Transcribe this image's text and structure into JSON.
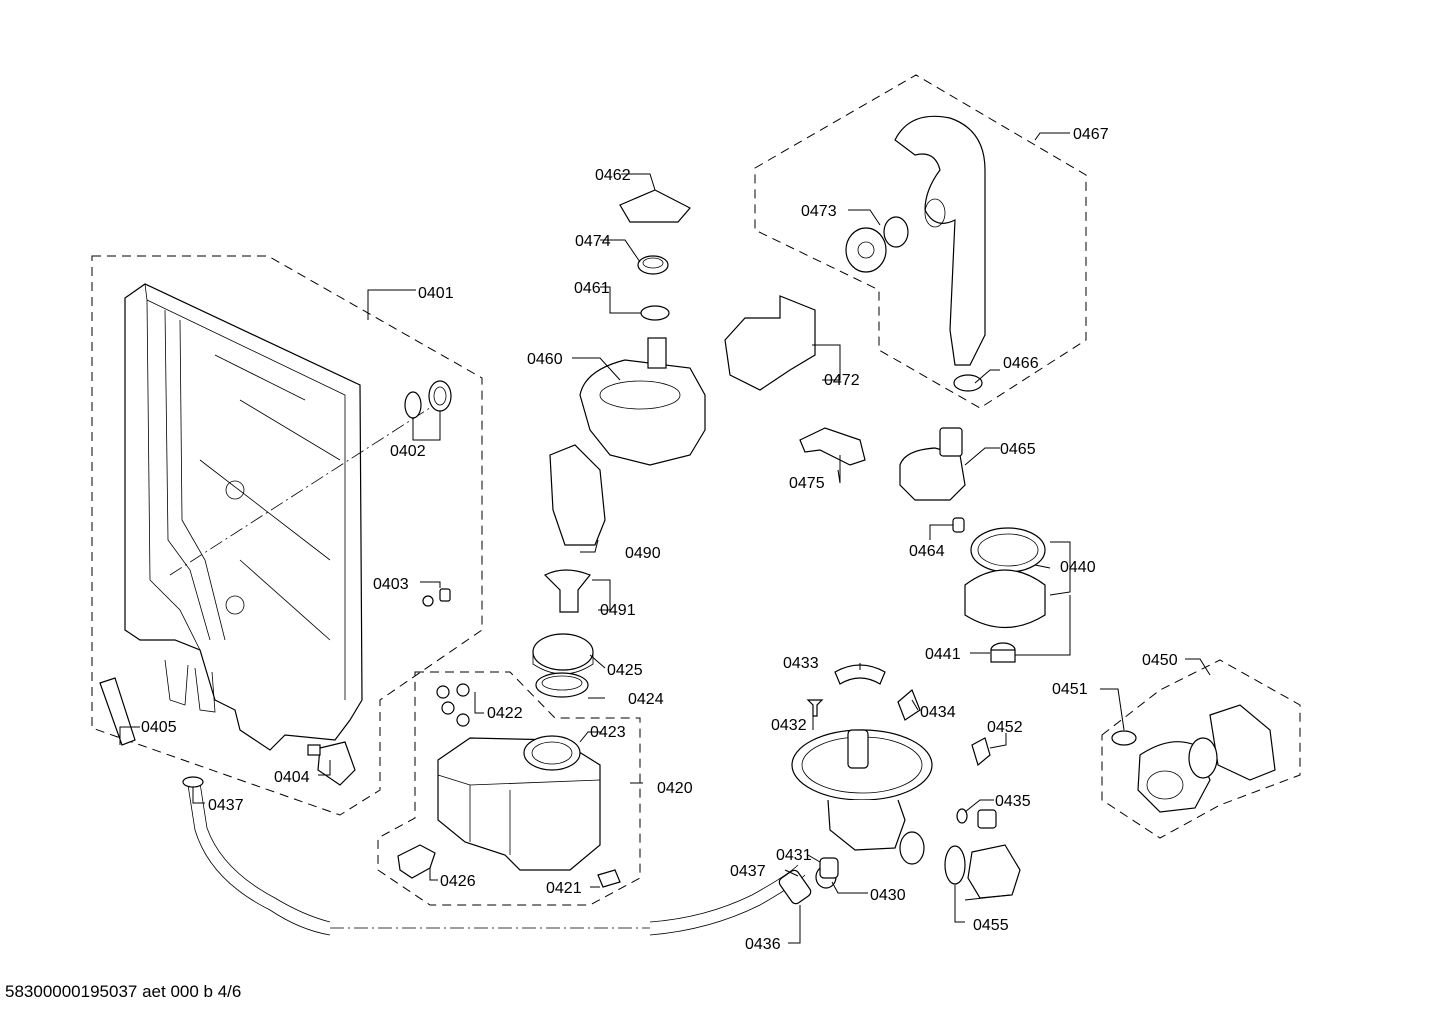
{
  "callouts": {
    "c0401": "0401",
    "c0402": "0402",
    "c0403": "0403",
    "c0404": "0404",
    "c0405": "0405",
    "c0420": "0420",
    "c0421": "0421",
    "c0422": "0422",
    "c0423": "0423",
    "c0424": "0424",
    "c0425": "0425",
    "c0426": "0426",
    "c0430": "0430",
    "c0431": "0431",
    "c0432": "0432",
    "c0433": "0433",
    "c0434": "0434",
    "c0435": "0435",
    "c0436": "0436",
    "c0437a": "0437",
    "c0437b": "0437",
    "c0440": "0440",
    "c0441": "0441",
    "c0450": "0450",
    "c0451": "0451",
    "c0452": "0452",
    "c0455": "0455",
    "c0460": "0460",
    "c0461": "0461",
    "c0462": "0462",
    "c0464": "0464",
    "c0465": "0465",
    "c0466": "0466",
    "c0467": "0467",
    "c0472": "0472",
    "c0473": "0473",
    "c0474": "0474",
    "c0475": "0475",
    "c0490": "0490",
    "c0491": "0491"
  },
  "footer": "58300000195037 aet 000 b 4/6"
}
